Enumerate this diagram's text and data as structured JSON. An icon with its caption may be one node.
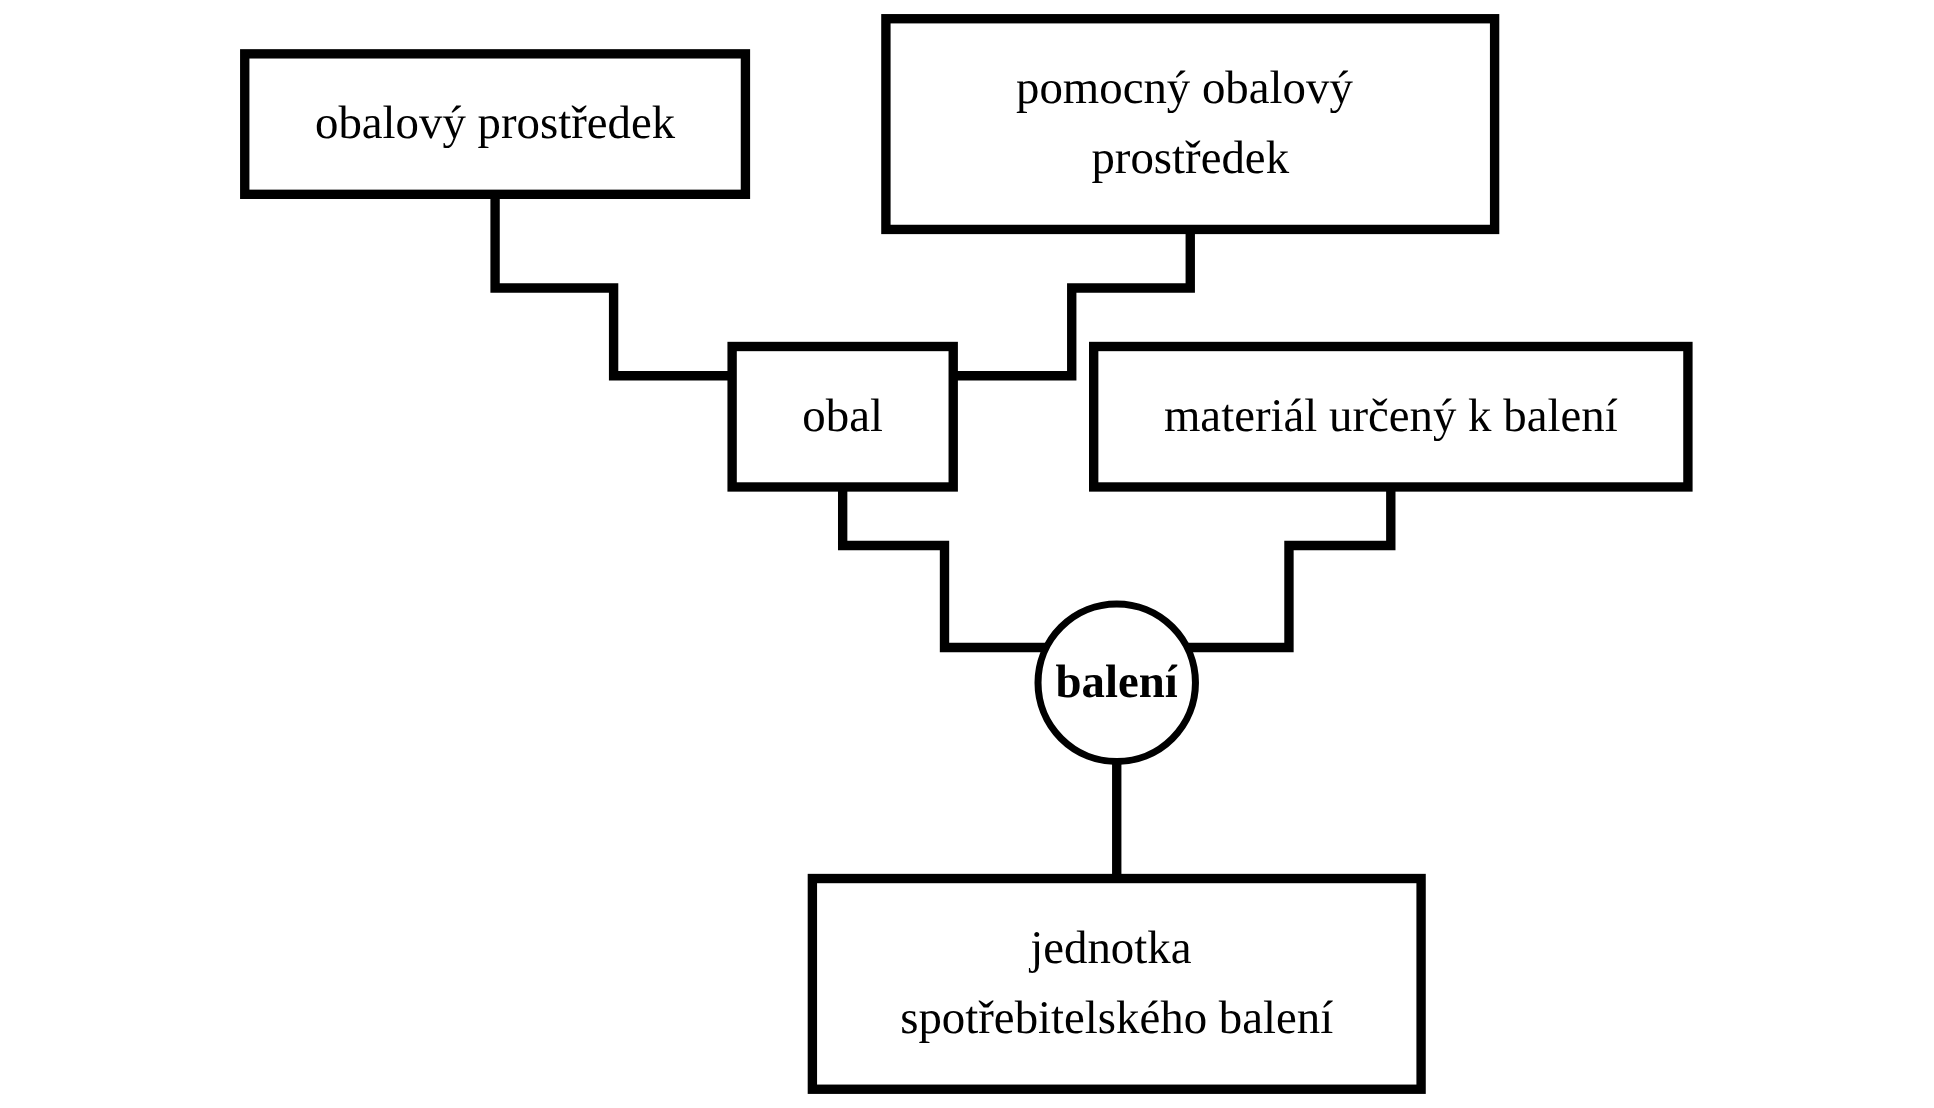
{
  "diagram": {
    "nodes": [
      {
        "text": [
          "obalový prostředek"
        ]
      },
      {
        "text": [
          "pomocný obalový prostředek"
        ]
      },
      {
        "text": [
          "obal"
        ]
      },
      {
        "text": [
          "materiál určený k balení"
        ]
      },
      {
        "text": [
          "balení"
        ]
      },
      {
        "text": [
          "jednotka spotřebitelského balení"
        ]
      }
    ],
    "edges": [
      {
        "from": 0,
        "to": 2,
        "arrow": "none"
      },
      {
        "from": 1,
        "to": 2,
        "arrow": "none"
      },
      {
        "from": 2,
        "to": 4,
        "arrow": "none"
      },
      {
        "from": 3,
        "to": 4,
        "arrow": "none"
      },
      {
        "from": 4,
        "to": 5,
        "arrow": "none"
      }
    ]
  }
}
